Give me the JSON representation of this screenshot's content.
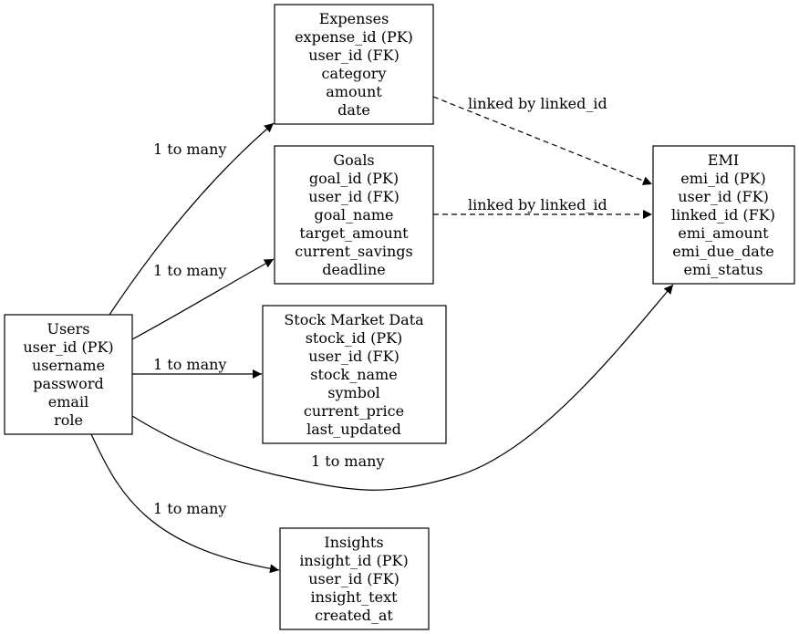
{
  "nodes": {
    "users": {
      "title": "Users",
      "fields": [
        "user_id (PK)",
        "username",
        "password",
        "email",
        "role"
      ]
    },
    "expenses": {
      "title": "Expenses",
      "fields": [
        "expense_id (PK)",
        "user_id (FK)",
        "category",
        "amount",
        "date"
      ]
    },
    "goals": {
      "title": "Goals",
      "fields": [
        "goal_id (PK)",
        "user_id (FK)",
        "goal_name",
        "target_amount",
        "current_savings",
        "deadline"
      ]
    },
    "stock": {
      "title": "Stock Market Data",
      "fields": [
        "stock_id (PK)",
        "user_id (FK)",
        "stock_name",
        "symbol",
        "current_price",
        "last_updated"
      ]
    },
    "insights": {
      "title": "Insights",
      "fields": [
        "insight_id (PK)",
        "user_id (FK)",
        "insight_text",
        "created_at"
      ]
    },
    "emi": {
      "title": "EMI",
      "fields": [
        "emi_id (PK)",
        "user_id (FK)",
        "linked_id (FK)",
        "emi_amount",
        "emi_due_date",
        "emi_status"
      ]
    }
  },
  "edges": {
    "users_expenses": {
      "from": "Users",
      "to": "Expenses",
      "label": "1 to many",
      "style": "solid"
    },
    "users_goals": {
      "from": "Users",
      "to": "Goals",
      "label": "1 to many",
      "style": "solid"
    },
    "users_stock": {
      "from": "Users",
      "to": "Stock Market Data",
      "label": "1 to many",
      "style": "solid"
    },
    "users_emi": {
      "from": "Users",
      "to": "EMI",
      "label": "1 to many",
      "style": "solid"
    },
    "users_insights": {
      "from": "Users",
      "to": "Insights",
      "label": "1 to many",
      "style": "solid"
    },
    "expenses_emi": {
      "from": "Expenses",
      "to": "EMI",
      "label": "linked by linked_id",
      "style": "dashed"
    },
    "goals_emi": {
      "from": "Goals",
      "to": "EMI",
      "label": "linked by linked_id",
      "style": "dashed"
    }
  }
}
